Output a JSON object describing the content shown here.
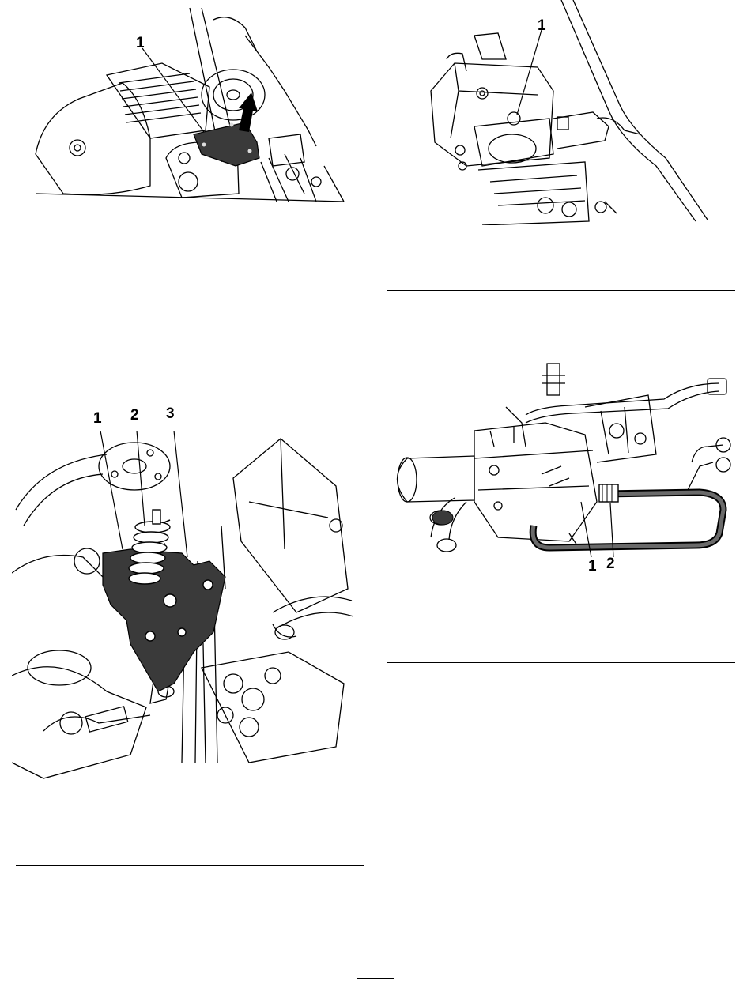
{
  "figures": [
    {
      "id": "fig-top-left",
      "callouts": [
        "1"
      ]
    },
    {
      "id": "fig-top-right",
      "callouts": [
        "1"
      ]
    },
    {
      "id": "fig-bottom-left",
      "callouts": [
        "1",
        "2",
        "3"
      ]
    },
    {
      "id": "fig-bottom-right",
      "callouts": [
        "1",
        "2"
      ]
    }
  ],
  "colors": {
    "ink": "#000000",
    "shade": "#3a3a3a",
    "hose": "#6a6a6a"
  }
}
